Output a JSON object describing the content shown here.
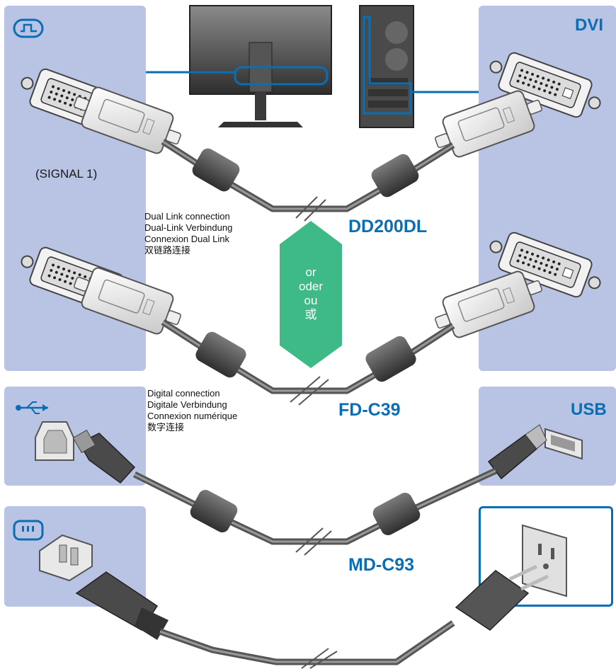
{
  "labels": {
    "signal_port": "(SIGNAL 1)",
    "dvi_title": "DVI",
    "usb_title": "USB"
  },
  "cables": [
    {
      "model": "DD200DL",
      "desc": [
        "Dual Link connection",
        "Dual-Link Verbindung",
        "Connexion Dual Link",
        "双链路连接"
      ]
    },
    {
      "model": "FD-C39",
      "desc": [
        "Digital connection",
        "Digitale Verbindung",
        "Connexion numérique",
        "数字连接"
      ]
    },
    {
      "model": "MD-C93"
    }
  ],
  "or_lines": [
    "or",
    "oder",
    "ou",
    "或"
  ],
  "colors": {
    "panel": "#b9c3e3",
    "accent_blue": "#0a6eb4",
    "or_green": "#3dba85",
    "cable": "#555555"
  },
  "icons": [
    "signal-input-icon",
    "usb-icon",
    "power-inlet-icon",
    "monitor-icon",
    "pc-tower-icon",
    "wall-outlet-icon"
  ]
}
